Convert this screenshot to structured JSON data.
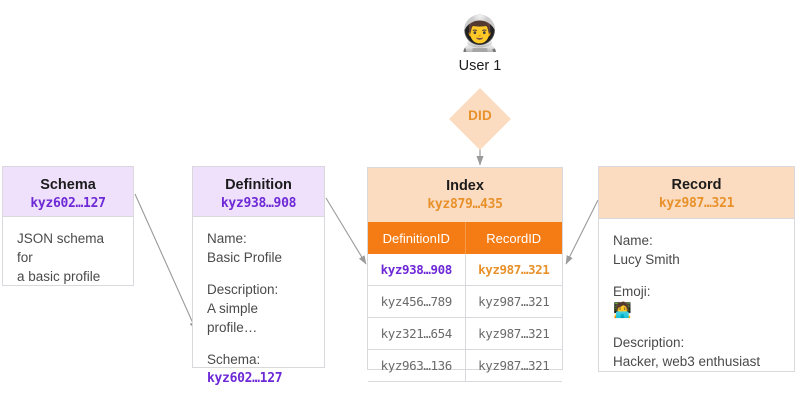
{
  "actor": {
    "icon": "astronaut-emoji",
    "emoji": "👨‍🚀",
    "label": "User 1"
  },
  "did": {
    "label": "DID"
  },
  "cards": {
    "schema": {
      "title": "Schema",
      "id": "kyz602…127",
      "body_line1": "JSON schema for",
      "body_line2": "a basic profile"
    },
    "definition": {
      "title": "Definition",
      "id": "kyz938…908",
      "fields": [
        {
          "key": "Name:",
          "value": "Basic Profile"
        },
        {
          "key": "Description:",
          "value": "A simple profile…"
        },
        {
          "key": "Schema:",
          "value": "kyz602…127"
        }
      ]
    },
    "index": {
      "title": "Index",
      "id": "kyz879…435",
      "columns": [
        "DefinitionID",
        "RecordID"
      ],
      "rows": [
        {
          "definition_id": "kyz938…908",
          "record_id": "kyz987…321",
          "highlighted": true
        },
        {
          "definition_id": "kyz456…789",
          "record_id": "kyz987…321",
          "highlighted": false
        },
        {
          "definition_id": "kyz321…654",
          "record_id": "kyz987…321",
          "highlighted": false
        },
        {
          "definition_id": "kyz963…136",
          "record_id": "kyz987…321",
          "highlighted": false
        }
      ]
    },
    "record": {
      "title": "Record",
      "id": "kyz987…321",
      "fields": [
        {
          "key": "Name:",
          "value": "Lucy Smith"
        },
        {
          "key": "Emoji:",
          "value": "🧑‍💻"
        },
        {
          "key": "Description:",
          "value": "Hacker, web3 enthusiast"
        }
      ]
    }
  },
  "colors": {
    "purple_accent": "#6E29D6",
    "purple_header": "#EFE1FB",
    "orange_accent": "#E8912B",
    "orange_header": "#FBDCC0",
    "orange_strong": "#F57C14",
    "border": "#D8D8DD",
    "arrow": "#9A9A9A"
  }
}
